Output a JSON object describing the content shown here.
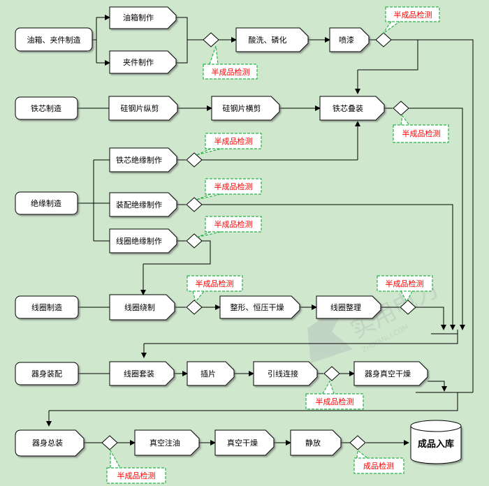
{
  "diagram": {
    "processes": {
      "fuel_tank_parts": "油箱、夹件制造",
      "tank_make": "油箱制作",
      "clamp_make": "夹件制作",
      "pickling": "酸洗、磷化",
      "painting": "喷漆",
      "core_make": "铁芯制造",
      "steel_slit": "硅钢片纵剪",
      "steel_cross": "硅钢片横剪",
      "core_stack": "铁芯叠装",
      "insul_make": "绝缘制造",
      "core_insul": "铁芯绝缘制作",
      "assy_insul": "装配绝缘制作",
      "coil_insul": "线圈绝缘制作",
      "coil_make": "线圈制造",
      "coil_wind": "线圈绕制",
      "shape_dry": "整形、恒压干燥",
      "coil_trim": "线圈整理",
      "body_assy": "器身装配",
      "coil_sleeve": "线圈套装",
      "insert_sheet": "插片",
      "lead_connect": "引线连接",
      "body_vac_dry": "器身真空干燥",
      "final_assy": "器身总装",
      "vac_oil": "真空注油",
      "vac_dry": "真空干燥",
      "rest": "静放"
    },
    "store": "成品入库",
    "qc_label": "半成品检测",
    "final_qc_label": "成品检测"
  },
  "watermark": {
    "text": "实用电力",
    "subtext": "ZHDIANLI.COM",
    "color": "#b9c4bc"
  },
  "colors": {
    "background": "#cfe8cd",
    "callout_border": "#29b24a",
    "callout_text": "#ff0000"
  }
}
